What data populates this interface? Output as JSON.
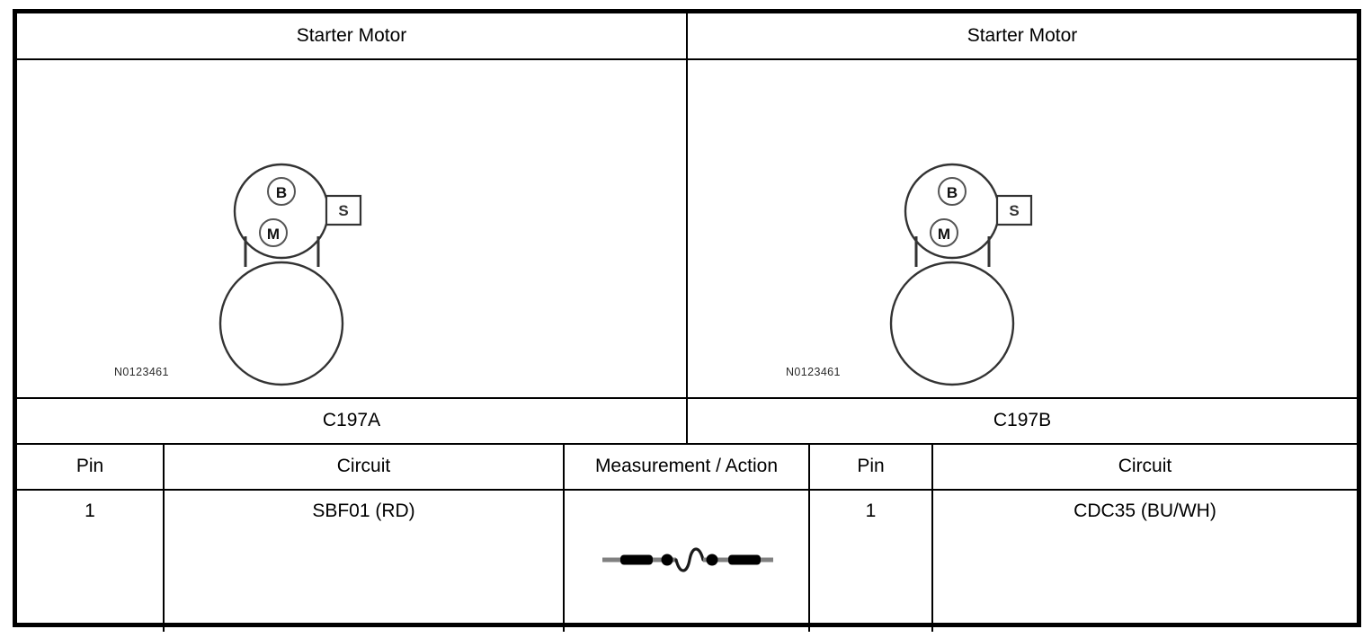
{
  "document": {
    "type": "connector-pinout-table",
    "panels": [
      {
        "id": "left",
        "title": "Starter Motor",
        "part_number": "N0123461",
        "connector": "C197A",
        "diagram": {
          "name": "starter-motor-diagram",
          "terminals": [
            "B",
            "M",
            "S"
          ]
        },
        "columns": [
          "Pin",
          "Circuit"
        ],
        "rows": [
          {
            "pin": "1",
            "circuit": "SBF01 (RD)"
          }
        ]
      },
      {
        "id": "right",
        "title": "Starter Motor",
        "part_number": "N0123461",
        "connector": "C197B",
        "diagram": {
          "name": "starter-motor-diagram",
          "terminals": [
            "B",
            "M",
            "S"
          ]
        },
        "columns": [
          "Pin",
          "Circuit"
        ],
        "rows": [
          {
            "pin": "1",
            "circuit": "CDC35 (BU/WH)"
          }
        ]
      }
    ],
    "measurement": {
      "header": "Measurement / Action",
      "symbol": "harness-continuity-symbol",
      "symbol_description": "wire with two probe bars, two junction dots and a slack loop"
    },
    "colors": {
      "ink": "#000000",
      "paper": "#ffffff",
      "diagram_stroke": "#333333",
      "part_number_text": "#2b2b2b"
    }
  }
}
